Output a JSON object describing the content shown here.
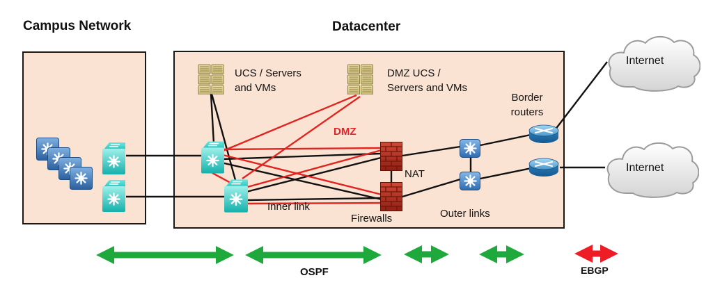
{
  "titles": {
    "campus": "Campus Network",
    "datacenter": "Datacenter"
  },
  "labels": {
    "ucs_line1": "UCS / Servers",
    "ucs_line2": "and VMs",
    "dmz_ucs_line1": "DMZ UCS /",
    "dmz_ucs_line2": "Servers and VMs",
    "dmz": "DMZ",
    "nat": "NAT",
    "inner_link": "Inner link",
    "firewalls": "Firewalls",
    "outer_links": "Outer links",
    "border_line1": "Border",
    "border_line2": "routers",
    "internet": "Internet",
    "ospf": "OSPF",
    "ebgp": "EBGP"
  },
  "colors": {
    "zone_fill": "#fbe3d3",
    "zone_border": "#181818",
    "link_black": "#111111",
    "link_dmz_red": "#e02420",
    "arrow_green": "#1fa83c",
    "arrow_red": "#ee1c25",
    "dmz_label_red": "#e0242a",
    "switch_teal": "#14b0ab",
    "switch_blue": "#2b5f9e",
    "firewall_red": "#a82818",
    "server_tan": "#d5c98e",
    "router_blue": "#2e7cb8",
    "cloud_gray": "#d8d8d8"
  },
  "nodes": [
    {
      "id": "campus-switch-stack",
      "type": "access-switch-stack",
      "count": 4,
      "zone": "campus"
    },
    {
      "id": "campus-core-switch-1",
      "type": "layer3-switch",
      "zone": "campus"
    },
    {
      "id": "campus-core-switch-2",
      "type": "layer3-switch",
      "zone": "campus"
    },
    {
      "id": "ucs-servers",
      "type": "server-group",
      "label": "UCS / Servers and VMs",
      "zone": "datacenter"
    },
    {
      "id": "dmz-servers",
      "type": "server-group",
      "label": "DMZ UCS / Servers and VMs",
      "zone": "datacenter"
    },
    {
      "id": "inner-switch-1",
      "type": "layer3-switch",
      "label": "Inner link",
      "zone": "datacenter"
    },
    {
      "id": "inner-switch-2",
      "type": "layer3-switch",
      "label": "Inner link",
      "zone": "datacenter"
    },
    {
      "id": "firewall-1",
      "type": "firewall",
      "label": "Firewalls",
      "zone": "datacenter"
    },
    {
      "id": "firewall-2",
      "type": "firewall",
      "label": "Firewalls",
      "zone": "datacenter"
    },
    {
      "id": "outer-switch-1",
      "type": "switch",
      "label": "Outer links",
      "zone": "datacenter"
    },
    {
      "id": "outer-switch-2",
      "type": "switch",
      "label": "Outer links",
      "zone": "datacenter"
    },
    {
      "id": "border-router-1",
      "type": "router",
      "label": "Border routers",
      "zone": "datacenter"
    },
    {
      "id": "border-router-2",
      "type": "router",
      "label": "Border routers",
      "zone": "datacenter"
    },
    {
      "id": "internet-top",
      "type": "cloud",
      "label": "Internet"
    },
    {
      "id": "internet-bottom",
      "type": "cloud",
      "label": "Internet"
    }
  ],
  "edges": [
    {
      "from": "campus-core-switch-1",
      "to": "inner-switch-1",
      "vrf": "global"
    },
    {
      "from": "campus-core-switch-2",
      "to": "inner-switch-2",
      "vrf": "global"
    },
    {
      "from": "ucs-servers",
      "to": "inner-switch-1",
      "vrf": "global"
    },
    {
      "from": "ucs-servers",
      "to": "inner-switch-2",
      "vrf": "global"
    },
    {
      "from": "inner-switch-1",
      "to": "inner-switch-2",
      "vrf": "dmz",
      "note": "inner link"
    },
    {
      "from": "inner-switch-1",
      "to": "firewall-1",
      "vrf": "global"
    },
    {
      "from": "inner-switch-1",
      "to": "firewall-2",
      "vrf": "global"
    },
    {
      "from": "inner-switch-2",
      "to": "firewall-1",
      "vrf": "global"
    },
    {
      "from": "inner-switch-2",
      "to": "firewall-2",
      "vrf": "global"
    },
    {
      "from": "inner-switch-1",
      "to": "firewall-1",
      "vrf": "dmz"
    },
    {
      "from": "inner-switch-1",
      "to": "firewall-2",
      "vrf": "dmz"
    },
    {
      "from": "inner-switch-2",
      "to": "firewall-1",
      "vrf": "dmz"
    },
    {
      "from": "inner-switch-2",
      "to": "firewall-2",
      "vrf": "dmz"
    },
    {
      "from": "inner-switch-1",
      "to": "dmz-servers",
      "vrf": "dmz"
    },
    {
      "from": "inner-switch-2",
      "to": "dmz-servers",
      "vrf": "dmz"
    },
    {
      "from": "firewall-1",
      "to": "firewall-2",
      "note": "NAT"
    },
    {
      "from": "firewall-1",
      "to": "outer-switch-1",
      "vrf": "global"
    },
    {
      "from": "firewall-2",
      "to": "outer-switch-2",
      "vrf": "global"
    },
    {
      "from": "outer-switch-1",
      "to": "outer-switch-2",
      "vrf": "global"
    },
    {
      "from": "outer-switch-1",
      "to": "border-router-1",
      "vrf": "global"
    },
    {
      "from": "outer-switch-2",
      "to": "border-router-2",
      "vrf": "global"
    },
    {
      "from": "border-router-1",
      "to": "internet-top",
      "protocol": "EBGP"
    },
    {
      "from": "border-router-2",
      "to": "internet-bottom",
      "protocol": "EBGP"
    }
  ],
  "protocol_spans": [
    {
      "label": "OSPF",
      "color": "green",
      "arrows": 4
    },
    {
      "label": "EBGP",
      "color": "red",
      "arrows": 1
    }
  ]
}
